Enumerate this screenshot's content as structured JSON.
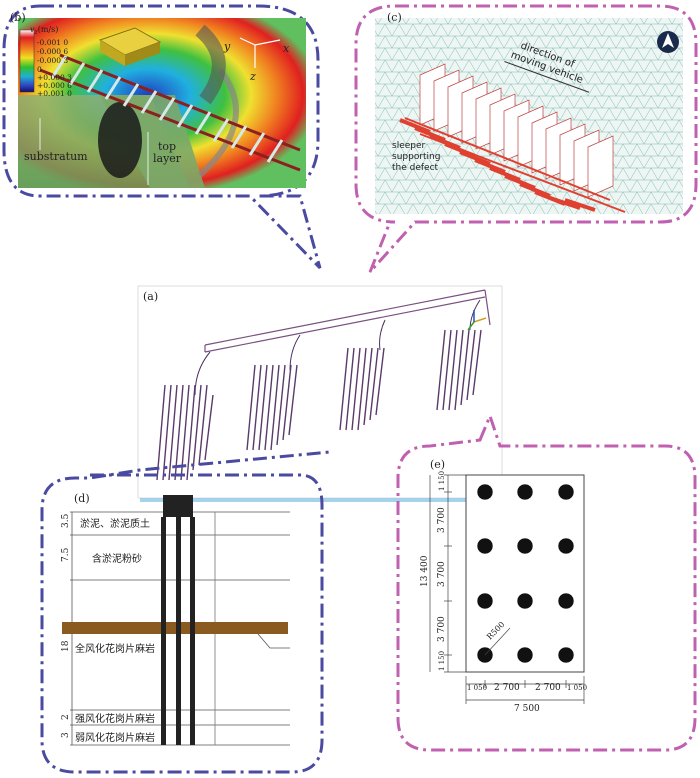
{
  "panels": {
    "a": {
      "label": "(a)"
    },
    "b": {
      "label": "(b)",
      "legend_title": "v",
      "legend_title_sub": "z",
      "legend_unit": "(m/s)",
      "legend_values": [
        "-0.001 0",
        "-0.000 6",
        "-0.000 3",
        "0",
        "+0.000 3",
        "+0.000 6",
        "+0.001 0"
      ],
      "legend_colors": [
        "#ffffff",
        "#e02020",
        "#f08020",
        "#f0e020",
        "#30c030",
        "#20b0d0",
        "#3040c0",
        "#101060"
      ],
      "labels": {
        "substratum": "substratum",
        "top_line1": "top",
        "top_line2": "layer"
      },
      "axes": {
        "y": "y",
        "x": "x",
        "z": "z"
      }
    },
    "c": {
      "label": "(c)",
      "direction_line1": "direction of",
      "direction_line2": "moving vehicle",
      "sleeper_line1": "sleeper",
      "sleeper_line2": "supporting",
      "sleeper_line3": "the defect"
    },
    "d": {
      "label": "(d)",
      "layers": [
        {
          "thickness": "3.5",
          "name": "淤泥、淤泥质土"
        },
        {
          "thickness": "7.5",
          "name": "含淤泥粉砂"
        },
        {
          "thickness": "18",
          "name": "全风化花岗片麻岩"
        },
        {
          "thickness": "2",
          "name": "强风化花岗片麻岩"
        },
        {
          "thickness": "3",
          "name": "弱风化花岗片麻岩"
        }
      ]
    },
    "e": {
      "label": "(e)",
      "total_height": "13 400",
      "vertical_dims": [
        "1 150",
        "3 700",
        "3 700",
        "3 700",
        "1 150"
      ],
      "horizontal_dims": [
        "1 050",
        "2 700",
        "2 700",
        "1 050"
      ],
      "total_width": "7 500",
      "radius_label": "R500"
    }
  }
}
